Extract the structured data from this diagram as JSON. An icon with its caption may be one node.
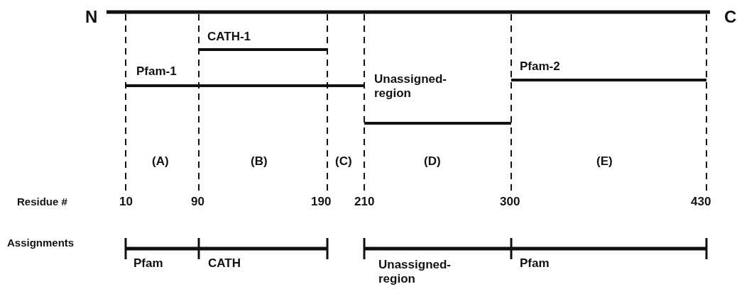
{
  "diagram": {
    "labels": [
      "N",
      "C",
      "CATH-1",
      "Pfam-2",
      "Pfam-1",
      "Unassigned-region",
      "(A)",
      "(B)",
      "(C)",
      "(D)",
      "(E)",
      "Residue #",
      "10",
      "90",
      "190",
      "210",
      "300",
      "430",
      "Assignments",
      "Pfam",
      "CATH",
      "Unassigned-region",
      "Pfam"
    ]
  }
}
